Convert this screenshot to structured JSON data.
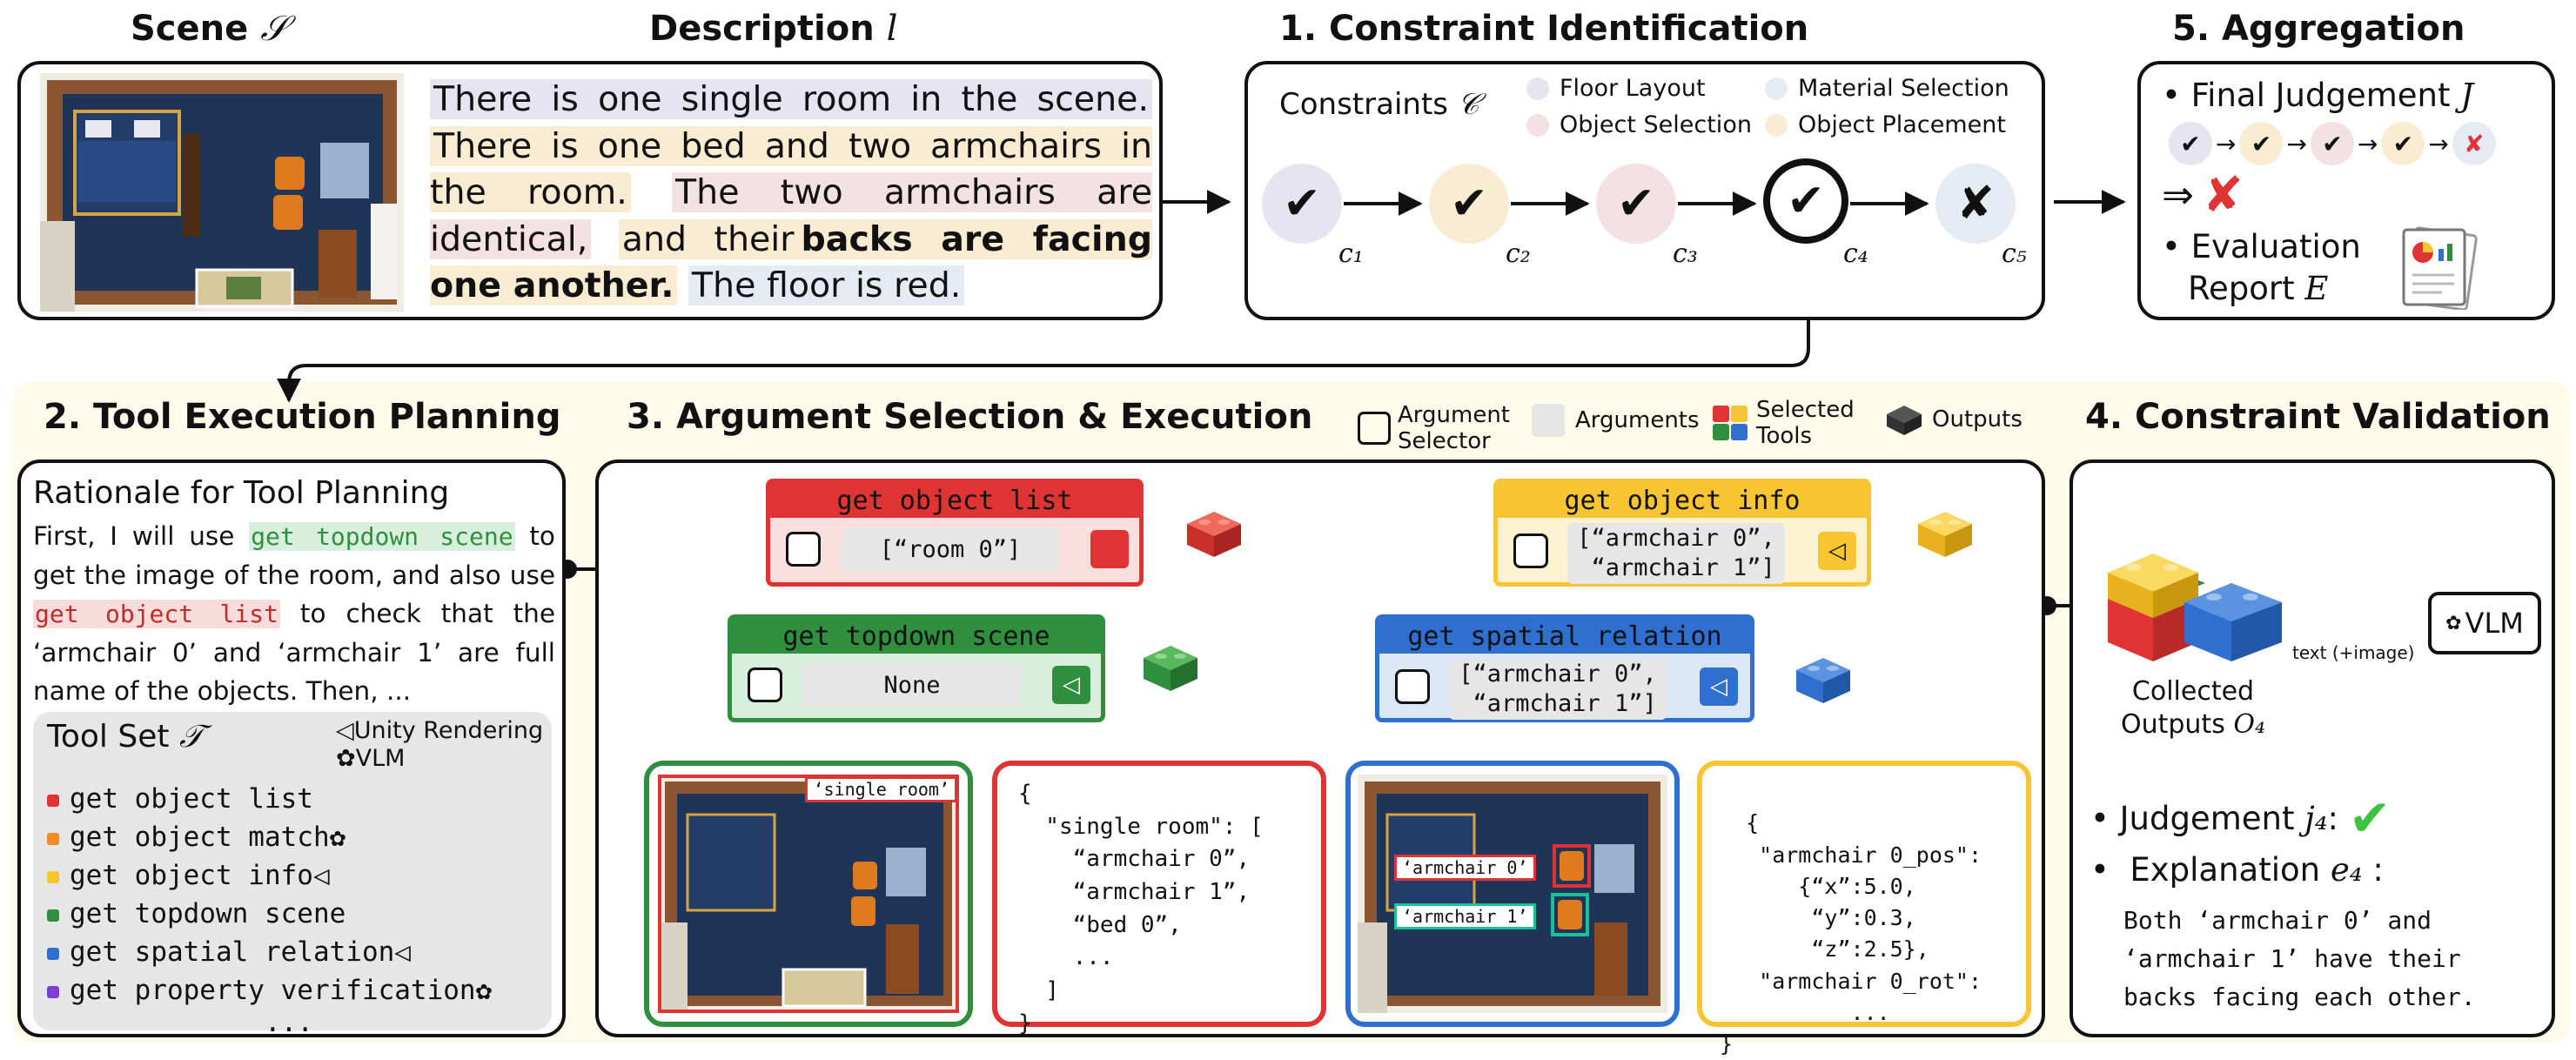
{
  "header": {
    "scene_label": "Scene",
    "scene_symbol": "𝒮",
    "description_label": "Description",
    "description_symbol": "l",
    "constraint_title": "1. Constraint Identification",
    "aggregation_title": "5. Aggregation",
    "planning_title": "2. Tool Execution Planning",
    "argument_title": "3. Argument Selection & Execution",
    "validation_title": "4. Constraint Validation"
  },
  "description": {
    "s1": "There is one single room in the scene.",
    "s2": "There is one bed and two armchairs in the room.",
    "s3": "The two armchairs are identical,",
    "s4a": "and their",
    "s4b": "backs are facing one another.",
    "s5": "The floor is red."
  },
  "constraints": {
    "label": "Constraints",
    "symbol": "𝒞",
    "legend": [
      "Floor Layout",
      "Material Selection",
      "Object Selection",
      "Object Placement"
    ],
    "nodes": [
      {
        "mark": "✔",
        "sub": "c₁"
      },
      {
        "mark": "✔",
        "sub": "c₂"
      },
      {
        "mark": "✔",
        "sub": "c₃"
      },
      {
        "mark": "✔",
        "sub": "c₄"
      },
      {
        "mark": "✘",
        "sub": "c₅"
      }
    ]
  },
  "aggregation": {
    "final_label": "Final Judgement",
    "final_symbol": "J",
    "implies": "⇒",
    "eval_label_1": "Evaluation",
    "eval_label_2": "Report",
    "eval_symbol": "E"
  },
  "colors": {
    "floor_layout": "#e5e4f0",
    "material_selection": "#e6ebf3",
    "object_selection": "#f3e1e3",
    "object_placement": "#faecd2",
    "red": "#e03434",
    "yellow": "#f6c531",
    "green": "#2f8f3e",
    "blue": "#2e6fcf",
    "purple": "#7b3fd6",
    "orange": "#f08a24",
    "bottom_bg": "#fffaea"
  },
  "planning": {
    "rationale_title": "Rationale for Tool Planning",
    "r1": "First, I will use",
    "r_tool1": "get topdown scene",
    "r2": "to get the image of the room, and also use",
    "r_tool2": "get object list",
    "r3": "to check that the ‘armchair 0’ and ‘armchair 1’ are full name of the objects. Then, ...",
    "toolset_label": "Tool Set",
    "toolset_symbol": "𝒯",
    "legend_unity": "Unity Rendering",
    "legend_vlm": "VLM",
    "tools": [
      {
        "name": "get object list",
        "color": "#e03434",
        "icon": ""
      },
      {
        "name": "get object match",
        "color": "#f08a24",
        "icon": "openai-icon"
      },
      {
        "name": "get object info",
        "color": "#f6c531",
        "icon": "unity-icon"
      },
      {
        "name": "get topdown scene",
        "color": "#2f8f3e",
        "icon": ""
      },
      {
        "name": "get spatial relation",
        "color": "#2e6fcf",
        "icon": "unity-icon"
      },
      {
        "name": "get property verification",
        "color": "#7b3fd6",
        "icon": "openai-icon"
      }
    ],
    "ellipsis": "..."
  },
  "argument_legend": {
    "selector": "Argument Selector",
    "arguments": "Arguments",
    "selected_tools": "Selected Tools",
    "outputs": "Outputs"
  },
  "tool_calls": {
    "object_list": {
      "name": "get object list",
      "args": "[“room 0”]"
    },
    "topdown": {
      "name": "get topdown scene",
      "args": "None"
    },
    "object_info": {
      "name": "get object info",
      "args": "[“armchair 0”,\n “armchair 1”]"
    },
    "spatial": {
      "name": "get spatial relation",
      "args": "[“armchair 0”,\n “armchair 1”]"
    }
  },
  "outputs": {
    "room_tag": "‘single room’",
    "list_json": "{\n  \"single room\": [\n    “armchair 0”,\n    “armchair 1”,\n    “bed 0”,\n    ...\n  ]\n}",
    "chair_tag_0": "‘armchair 0’",
    "chair_tag_1": "‘armchair 1’",
    "info_json": "{\n   \"armchair 0_pos\":\n      {“x”:5.0,\n       “y”:0.3,\n       “z”:2.5},\n   \"armchair 0_rot\":\n          ...\n}"
  },
  "validation": {
    "collected_1": "Collected",
    "collected_2": "Outputs",
    "collected_symbol": "O₄",
    "arrow_label": "text (+image)",
    "vlm": "VLM",
    "judgement_label": "Judgement",
    "judgement_symbol": "j₄",
    "judgement_mark": "✔",
    "explanation_label": "Explanation",
    "explanation_symbol": "e₄",
    "explanation_text": "Both ‘armchair 0’ and\n‘armchair 1’ have their\nbacks facing each other."
  }
}
